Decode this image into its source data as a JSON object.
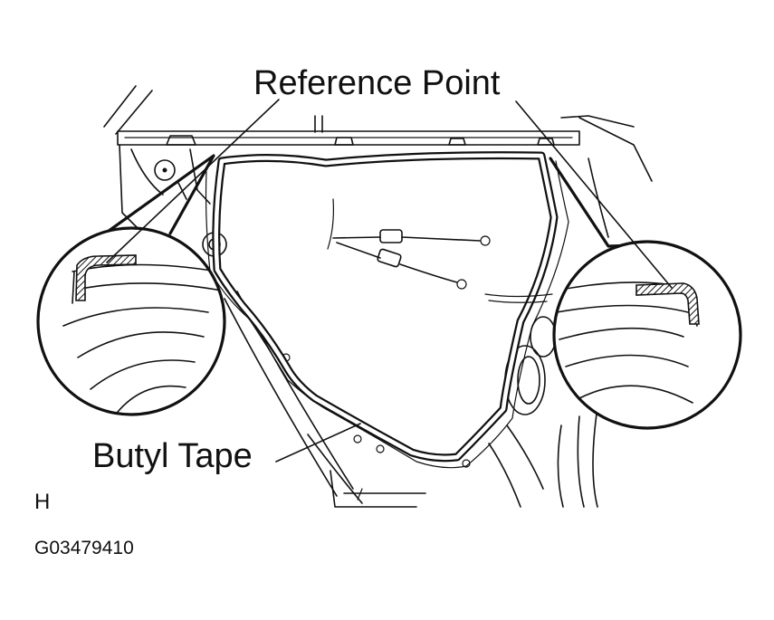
{
  "labels": {
    "reference_point": "Reference Point",
    "butyl_tape": "Butyl Tape",
    "view_letter": "H",
    "figure_code": "G03479410"
  }
}
